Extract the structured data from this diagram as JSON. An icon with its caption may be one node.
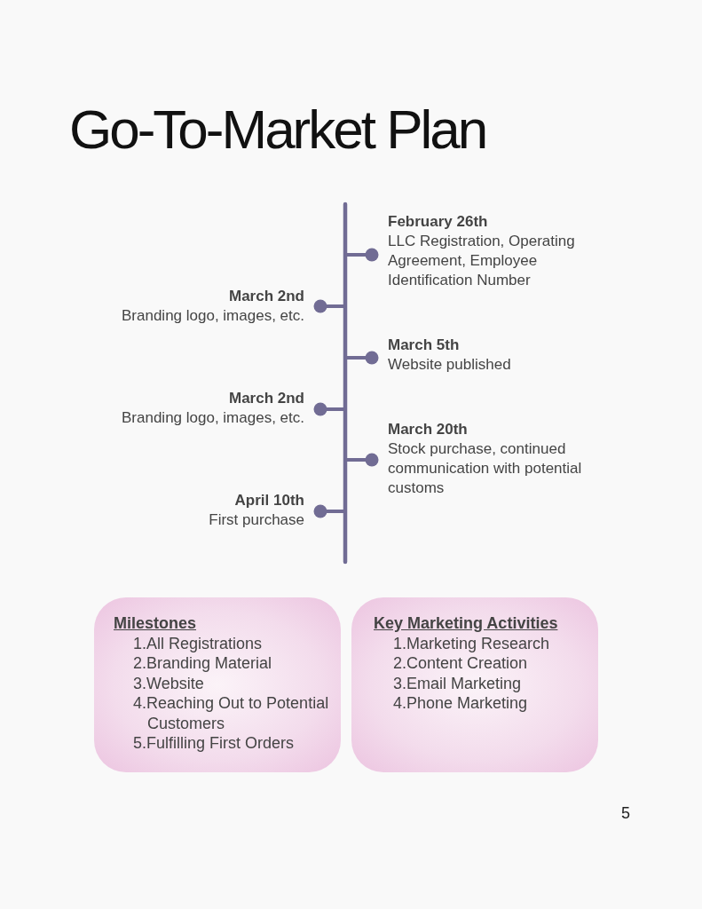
{
  "diagram": {
    "title": "Go-To-Market Plan",
    "nodes": [
      {
        "text": [
          "February 26th",
          "LLC Registration, Operating Agreement, Employee Identification Number"
        ]
      },
      {
        "text": [
          "March 2nd",
          "Branding logo, images, etc."
        ]
      },
      {
        "text": [
          "March 5th",
          "Website published"
        ]
      },
      {
        "text": [
          "March 2nd",
          "Branding logo, images, etc."
        ]
      },
      {
        "text": [
          "March 20th",
          "Stock purchase, continued communication with potential customs"
        ]
      },
      {
        "text": [
          "April 10th",
          "First purchase"
        ]
      },
      {
        "text": [
          "Milestones",
          "1.All Registrations",
          "2.Branding Material",
          "3.Website",
          "4.Reaching Out to Potential Customers",
          "5.Fulfilling First Orders"
        ]
      },
      {
        "text": [
          "Key Marketing Activities",
          "1.Marketing Research",
          "2.Content Creation",
          "3.Email Marketing",
          "4.Phone Marketing"
        ]
      }
    ],
    "labels": [
      "5"
    ]
  }
}
